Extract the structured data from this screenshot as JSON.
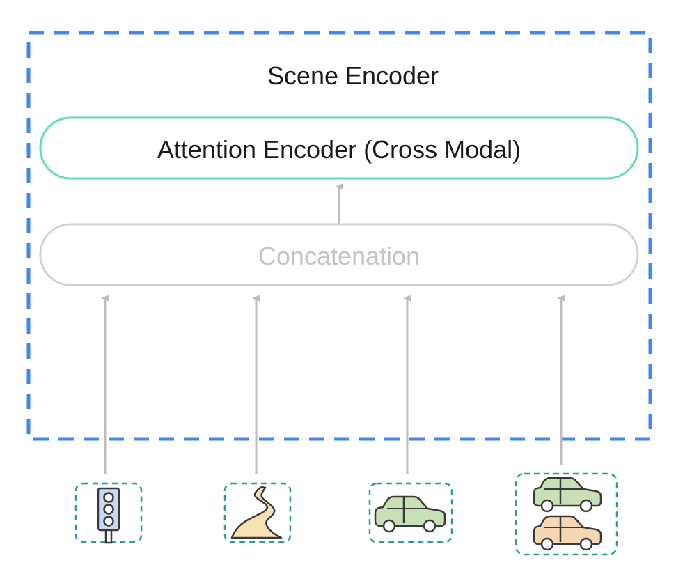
{
  "scene_encoder": {
    "title": "Scene Encoder",
    "border_color": "#4285f4"
  },
  "attention_encoder": {
    "label": "Attention Encoder (Cross Modal)",
    "border_color": "#5ee0a8"
  },
  "concatenation": {
    "label": "Concatenation",
    "border_color": "#d2d2d2",
    "text_color": "#c4c4c4"
  },
  "arrow_color": "#bdbdbd",
  "inputs": [
    {
      "name": "traffic-light-input",
      "icon": "traffic-light-icon"
    },
    {
      "name": "road-input",
      "icon": "road-icon"
    },
    {
      "name": "agent-car-input",
      "icon": "car-icon"
    },
    {
      "name": "other-cars-input",
      "icon": "cars-icon"
    }
  ],
  "input_box_color": "#2e9c96"
}
